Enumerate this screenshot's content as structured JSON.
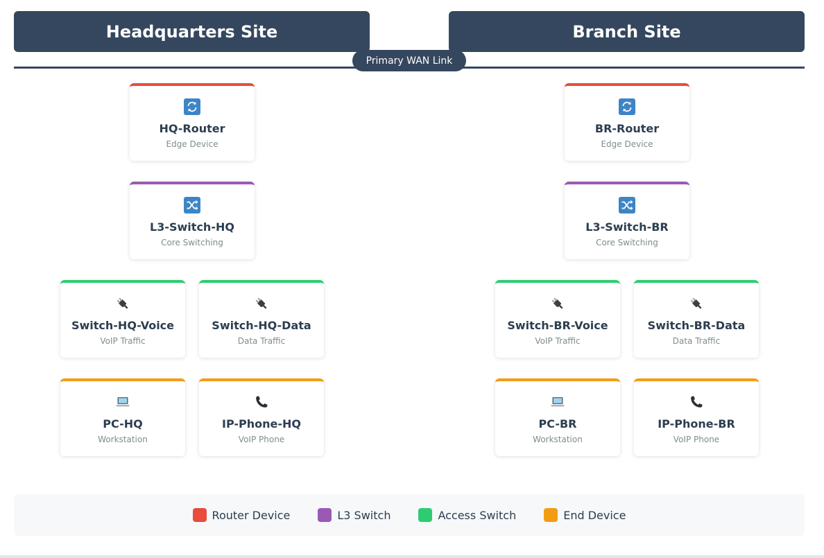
{
  "sites": {
    "hq": {
      "title": "Headquarters Site"
    },
    "branch": {
      "title": "Branch Site"
    }
  },
  "wan": {
    "label": "Primary WAN Link"
  },
  "devices": {
    "hq_router": {
      "name": "HQ-Router",
      "role": "Edge Device",
      "icon": "router-sync-icon"
    },
    "hq_l3": {
      "name": "L3-Switch-HQ",
      "role": "Core Switching",
      "icon": "shuffle-switch-icon"
    },
    "hq_sw_voice": {
      "name": "Switch-HQ-Voice",
      "role": "VoIP Traffic",
      "icon": "plug-icon"
    },
    "hq_sw_data": {
      "name": "Switch-HQ-Data",
      "role": "Data Traffic",
      "icon": "plug-icon"
    },
    "hq_pc": {
      "name": "PC-HQ",
      "role": "Workstation",
      "icon": "laptop-icon"
    },
    "hq_phone": {
      "name": "IP-Phone-HQ",
      "role": "VoIP Phone",
      "icon": "phone-icon"
    },
    "br_router": {
      "name": "BR-Router",
      "role": "Edge Device",
      "icon": "router-sync-icon"
    },
    "br_l3": {
      "name": "L3-Switch-BR",
      "role": "Core Switching",
      "icon": "shuffle-switch-icon"
    },
    "br_sw_voice": {
      "name": "Switch-BR-Voice",
      "role": "VoIP Traffic",
      "icon": "plug-icon"
    },
    "br_sw_data": {
      "name": "Switch-BR-Data",
      "role": "Data Traffic",
      "icon": "plug-icon"
    },
    "br_pc": {
      "name": "PC-BR",
      "role": "Workstation",
      "icon": "laptop-icon"
    },
    "br_phone": {
      "name": "IP-Phone-BR",
      "role": "VoIP Phone",
      "icon": "phone-icon"
    }
  },
  "legend": {
    "router": {
      "label": "Router Device",
      "color": "#e74c3c"
    },
    "l3": {
      "label": "L3 Switch",
      "color": "#9b59b6"
    },
    "access": {
      "label": "Access Switch",
      "color": "#2ecc71"
    },
    "end": {
      "label": "End Device",
      "color": "#f39c12"
    }
  },
  "colors": {
    "header_bg": "#34475e",
    "icon_blue": "#3d85c6"
  }
}
